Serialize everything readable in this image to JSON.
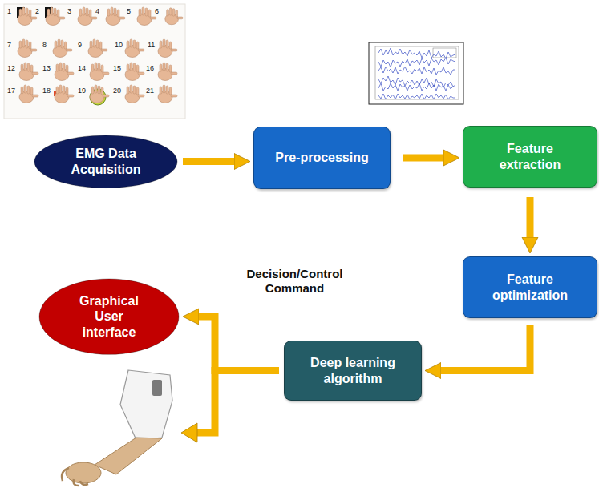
{
  "diagram": {
    "nodes": [
      {
        "text": [
          "EMG Data Acquisition"
        ]
      },
      {
        "text": [
          "Pre-processing"
        ]
      },
      {
        "text": [
          "Feature extraction"
        ]
      },
      {
        "text": [
          "Feature optimization"
        ]
      },
      {
        "text": [
          "Deep learning algorithm"
        ]
      },
      {
        "text": [
          "Graphical User interface"
        ]
      }
    ],
    "edges": [
      {
        "from": 0,
        "to": 1,
        "arrow": "to"
      },
      {
        "from": 1,
        "to": 2,
        "arrow": "to"
      },
      {
        "from": 2,
        "to": 3,
        "arrow": "to"
      },
      {
        "from": 3,
        "to": 4,
        "arrow": "to"
      },
      {
        "from": 4,
        "to": 5,
        "arrow": "to"
      }
    ],
    "labels": [
      "Decision/Control Command",
      "1",
      "2",
      "3",
      "4",
      "5",
      "6",
      "7",
      "8",
      "9",
      "10",
      "11",
      "12",
      "13",
      "14",
      "15",
      "16",
      "17",
      "18",
      "19",
      "20",
      "21"
    ]
  }
}
